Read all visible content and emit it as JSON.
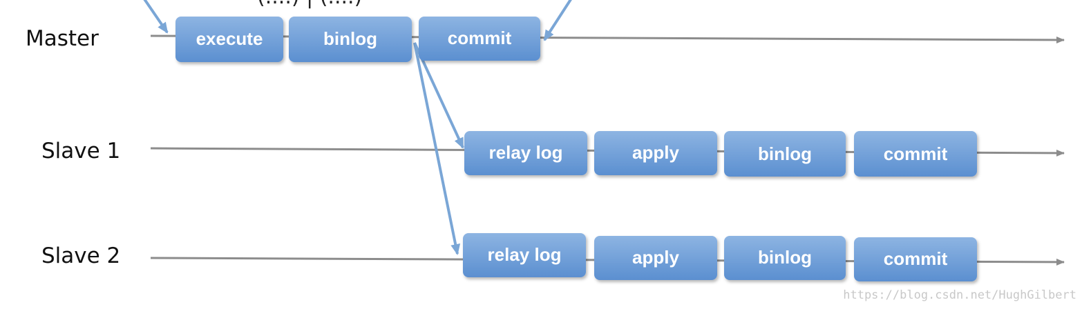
{
  "caption": "(....) | (....)",
  "colors": {
    "box_fill_top": "#8db4e2",
    "box_fill_bottom": "#5b8fd0",
    "timeline": "#8c8c8c",
    "arrow": "#7aa6d6"
  },
  "rows": {
    "master": {
      "label": "Master",
      "steps": [
        "execute",
        "binlog",
        "commit"
      ]
    },
    "slave1": {
      "label": "Slave 1",
      "steps": [
        "relay log",
        "apply",
        "binlog",
        "commit"
      ]
    },
    "slave2": {
      "label": "Slave 2",
      "steps": [
        "relay log",
        "apply",
        "binlog",
        "commit"
      ]
    }
  },
  "watermark": "https://blog.csdn.net/HughGilbert"
}
